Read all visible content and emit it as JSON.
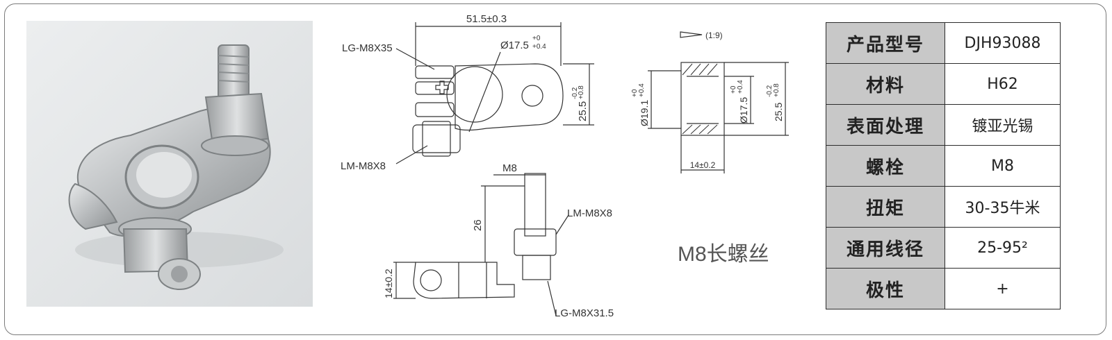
{
  "drawing": {
    "dim_length": "51.5±0.3",
    "label_lg_m8x35": "LG-M8X35",
    "dia_main": "Ø17.5",
    "tol_plus0": "+0",
    "tol_plus04": "+0.4",
    "label_lm_m8x8_left": "LM-M8X8",
    "height_dim": "25.5",
    "tol_minus02": "-0.2",
    "tol_plus08": "+0.8",
    "taper": "(1:9)",
    "dia_191": "Ø19.1",
    "dia_175_section": "Ø17.5",
    "height_section": "25.5",
    "width_14": "14±0.2",
    "bolt_m8": "M8",
    "bolt_26": "26",
    "label_lm_m8x8_right": "LM-M8X8",
    "side_14": "14±0.2",
    "label_lg_m8x315": "LG-M8X31.5",
    "caption": "M8长螺丝"
  },
  "spec_table": [
    {
      "key": "产品型号",
      "value": "DJH93088"
    },
    {
      "key": "材料",
      "value": "H62"
    },
    {
      "key": "表面处理",
      "value": "镀亚光锡"
    },
    {
      "key": "螺栓",
      "value": "M8"
    },
    {
      "key": "扭矩",
      "value": "30-35牛米"
    },
    {
      "key": "通用线径",
      "value": "25-95²"
    },
    {
      "key": "极性",
      "value": "+"
    }
  ],
  "colors": {
    "header_cell": "#c8c8c8",
    "border": "#2b2b2b",
    "metal": "#a9acae"
  }
}
